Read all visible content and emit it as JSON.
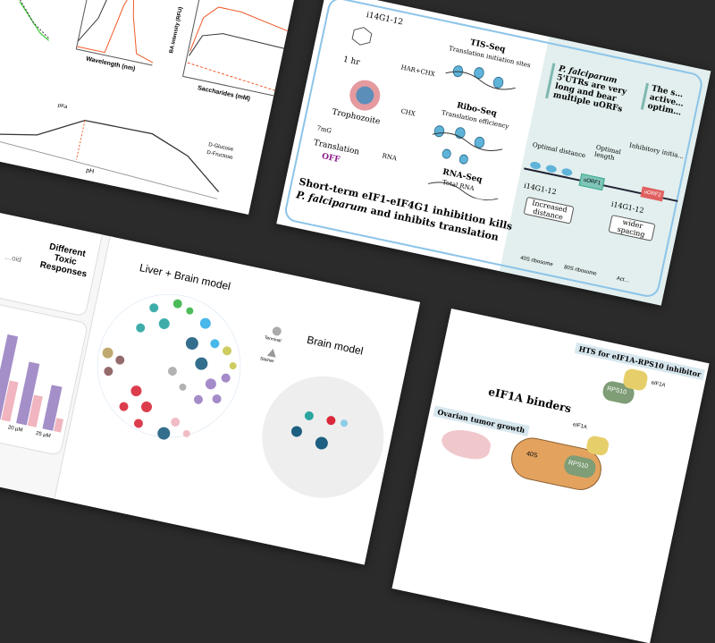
{
  "card_chemistry": {
    "axis_labels": [
      "Wavelength (nm)",
      "Saccharides (mM)",
      "pH",
      "BA intensity (RFU)"
    ],
    "legend": [
      "D-Glucose",
      "D-Fructose"
    ],
    "pka_label": "pKa"
  },
  "card_malaria": {
    "compound": "i14G1-12",
    "time": "1 hr",
    "cell": "Trophozoite",
    "cap": "7mG",
    "translation": "Translation",
    "off": "OFF",
    "arrows": [
      "HAR+CHX",
      "CHX",
      "RNA"
    ],
    "tis_seq": {
      "title": "TIS-Seq",
      "subtitle": "Translation initiation sites"
    },
    "ribo_seq": {
      "title": "Ribo-Seq",
      "subtitle": "Translation efficiency"
    },
    "rna_seq": {
      "title": "RNA-Seq",
      "subtitle": "Total RNA"
    },
    "title_line1": "Short-term eIF1-eIF4G1 inhibition kills",
    "title_line2_italic": "P. falciparum",
    "title_line2_rest": " and inhibits translation",
    "finding1_italic": "P. falciparum",
    "finding1_rest": " 5'UTRs are very long and bear multiple uORFs",
    "finding2": "The s… active… optim…",
    "inhibitory": "Inhibitory initia…",
    "optimal_distance": "Optimal distance",
    "optimal_length": "Optimal length",
    "uorf1": "uORF1",
    "uorf2": "uORF2",
    "compound_label_1": "i14G1-12",
    "compound_label_2": "i14G1-12",
    "increased_distance": "Increased distance",
    "wider_spacing": "wider spacing",
    "legend_40s": "40S ribosome",
    "legend_80s": "80S ribosome",
    "legend_act": "Act…",
    "accent_off": "#8b1a8b",
    "teal": "#e2efee"
  },
  "card_network": {
    "left_label": "…oid",
    "responses": "Different Toxic Responses",
    "bar_labels": [
      "20 µM",
      "25 µM"
    ],
    "liver_brain_title": "Liver + Brain model",
    "legend_terminal": "Terminal",
    "legend_steiner": "Steiner",
    "brain_title": "Brain model"
  },
  "card_eif1a": {
    "title": "eIF1A binders",
    "hts": "HTS for eIF1A-RPS10 inhibitor",
    "ovarian": "Ovarian tumor growth",
    "eif1a": "eIF1A",
    "rps10": "RPS10",
    "s40": "40S"
  }
}
